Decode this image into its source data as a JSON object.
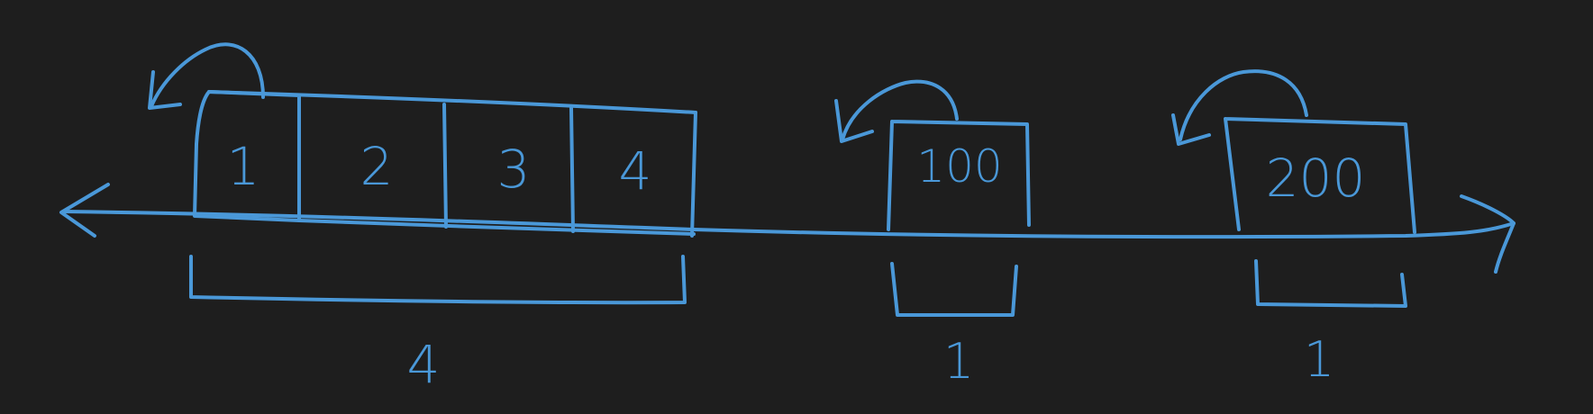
{
  "groups": [
    {
      "cells": [
        "1",
        "2",
        "3",
        "4"
      ],
      "count": "4"
    },
    {
      "cells": [
        "100"
      ],
      "count": "1"
    },
    {
      "cells": [
        "200"
      ],
      "count": "1"
    }
  ],
  "colors": {
    "background": "#1e1e1e",
    "ink": "#4a98d8"
  }
}
